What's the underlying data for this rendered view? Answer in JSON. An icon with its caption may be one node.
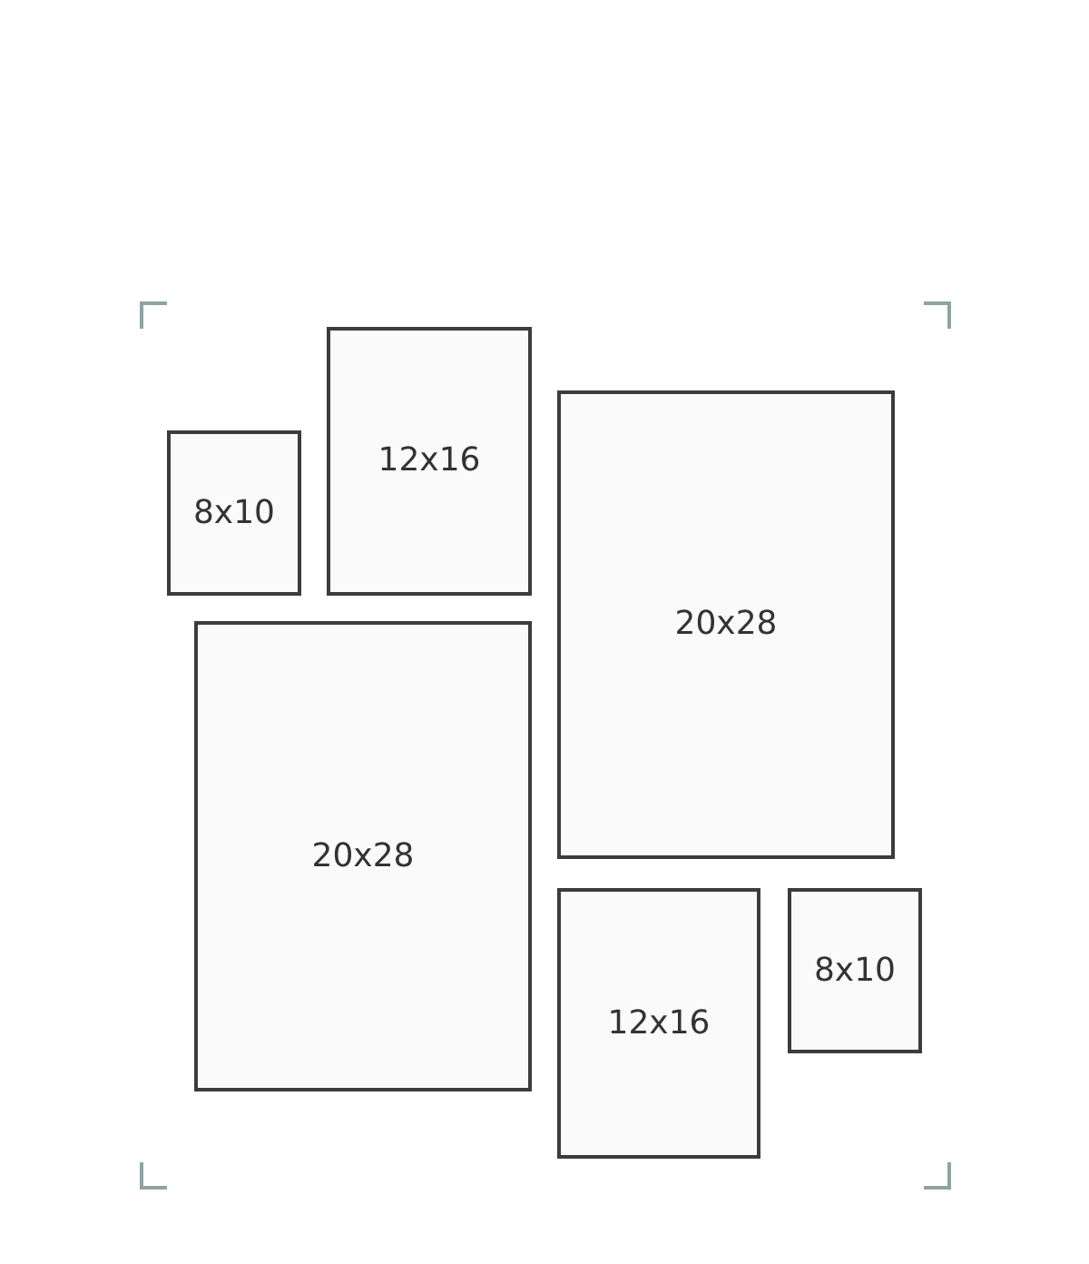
{
  "diagram": {
    "nodes": [
      {
        "text": [
          "8x10"
        ]
      },
      {
        "text": [
          "12x16"
        ]
      },
      {
        "text": [
          "20x28"
        ]
      },
      {
        "text": [
          "20x28"
        ]
      },
      {
        "text": [
          "12x16"
        ]
      },
      {
        "text": [
          "8x10"
        ]
      }
    ]
  }
}
